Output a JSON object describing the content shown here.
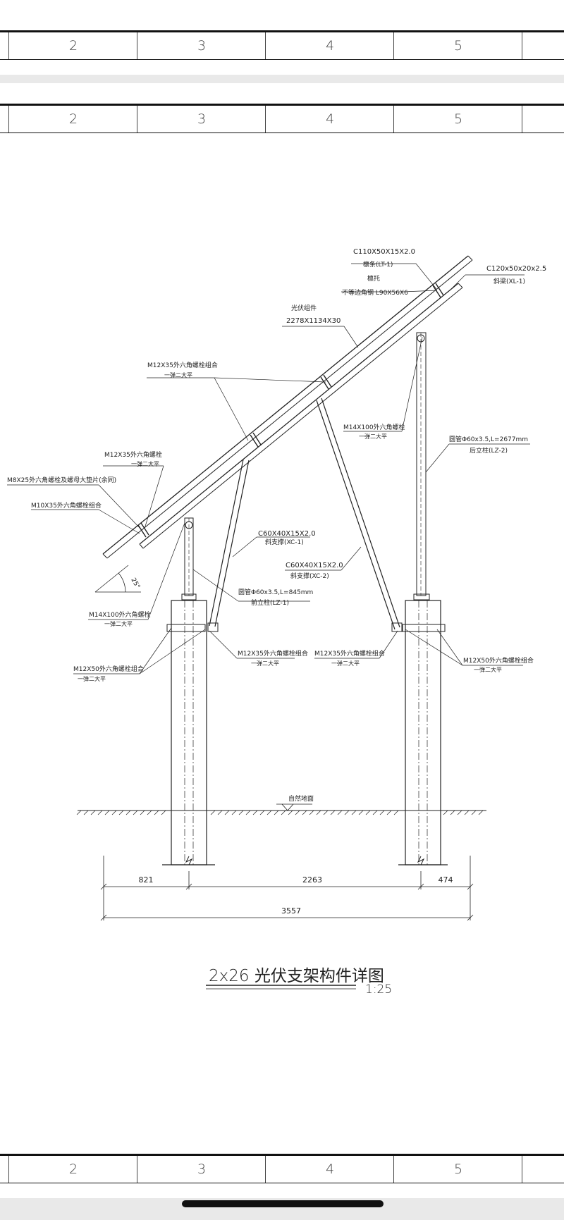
{
  "title_grid": {
    "columns": [
      "2",
      "3",
      "4",
      "5"
    ]
  },
  "labels": {
    "lt1_section": "C110X50X15X2.0",
    "lt1_name": "檩条(LT-1)",
    "tuo_name": "檩托",
    "tuo_section": "不等边角钢 L90X56X6",
    "xl1_section": "C120x50x20x2.5",
    "xl1_name": "斜梁(XL-1)",
    "pv_name": "光伏组件",
    "pv_size": "2278X1134X30",
    "bolt_m12x35_combo": "M12X35外六角螺栓组合",
    "flat_washer": "一弹二大平",
    "bolt_m14x100": "M14X100外六角螺栓",
    "lz2_pipe": "圆管Φ60x3.5,L=2677mm",
    "lz2_name": "后立柱(LZ-2)",
    "bolt_m12x35": "M12X35外六角螺栓",
    "bolt_m8x25": "M8X25外六角螺栓及螺母大垫片(余同)",
    "bolt_m10x35_combo": "M10X35外六角螺栓组合",
    "xc1_section": "C60X40X15X2.0",
    "xc1_name": "斜支撑(XC-1)",
    "xc2_section": "C60X40X15X2.0",
    "xc2_name": "斜支撑(XC-2)",
    "angle": "25°",
    "lz1_pipe": "圆管Φ60x3.5,L=845mm",
    "lz1_name": "前立柱(LZ-1)",
    "bolt_m12x50_combo": "M12X50外六角螺栓组合",
    "ground": "自然地面"
  },
  "dimensions": {
    "d1": "821",
    "d2": "2263",
    "d3": "474",
    "total": "3557"
  },
  "drawing_title": "2x26 光伏支架构件详图",
  "scale": "1:25"
}
